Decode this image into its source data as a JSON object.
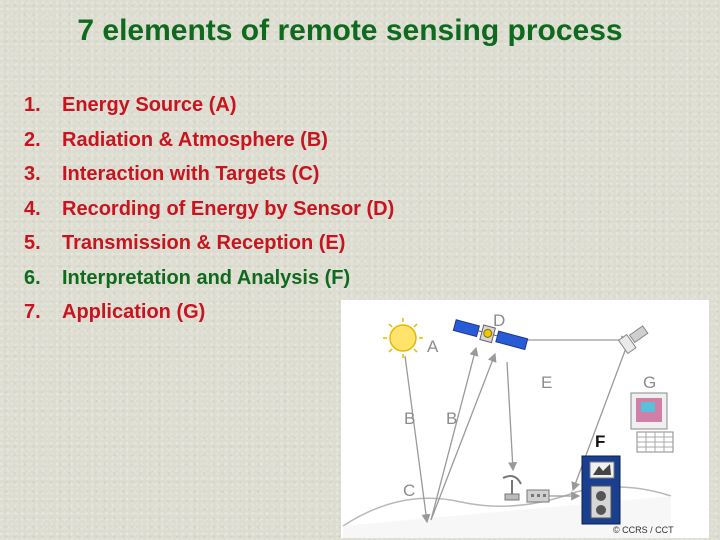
{
  "slide": {
    "title": "7 elements of remote sensing process",
    "colors": {
      "title": "#0f6a1e",
      "odd_items": "#c8141e",
      "even_items": "#0f6a1e"
    }
  },
  "elements": [
    {
      "number": "1.",
      "label": "Energy Source (A)",
      "color": "#c8141e"
    },
    {
      "number": "2.",
      "label": "Radiation & Atmosphere (B)",
      "color": "#c8141e"
    },
    {
      "number": "3.",
      "label": "Interaction with Targets (C)",
      "color": "#c8141e"
    },
    {
      "number": "4.",
      "label": "Recording of Energy by Sensor (D)",
      "color": "#c8141e"
    },
    {
      "number": "5.",
      "label": "Transmission & Reception (E)",
      "color": "#c8141e"
    },
    {
      "number": "6.",
      "label": "Interpretation and Analysis (F)",
      "color": "#0f6a1e"
    },
    {
      "number": "7.",
      "label": "Application (G)",
      "color": "#c8141e"
    }
  ],
  "figure": {
    "labels": {
      "a": "A",
      "b1": "B",
      "b2": "B",
      "c": "C",
      "d": "D",
      "e": "E",
      "f": "F",
      "g": "G"
    },
    "credit": "© CCRS / CCT",
    "icons": [
      "sun-icon",
      "satellite-icon",
      "satellite-dish-icon",
      "ground-station-icon",
      "relay-satellite-icon",
      "workstation-icon",
      "map-document-icon"
    ]
  }
}
